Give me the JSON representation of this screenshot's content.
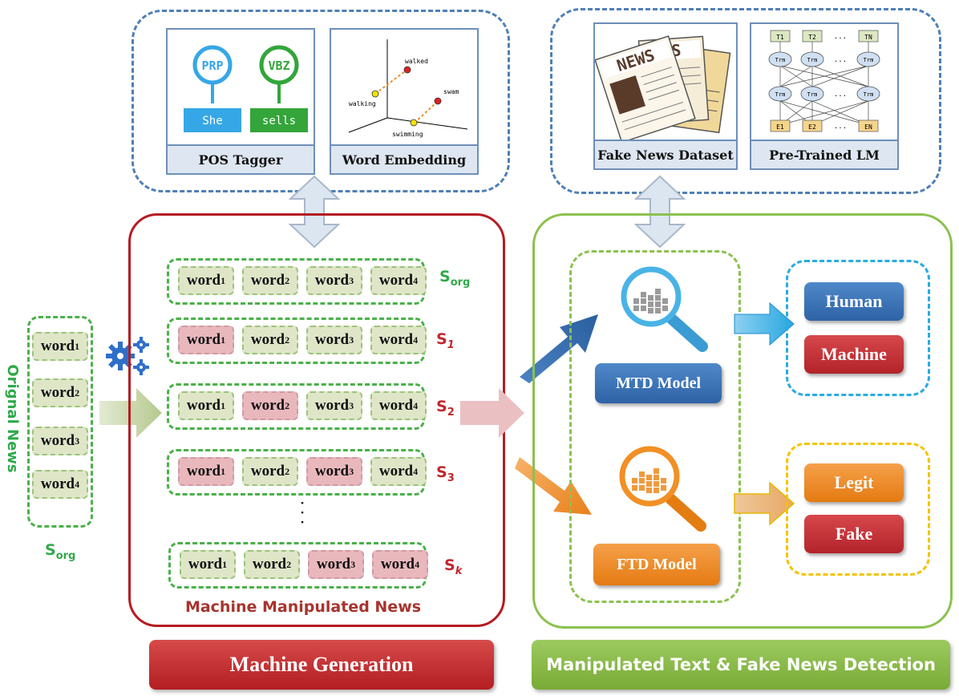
{
  "top_left": {
    "pos_tagger": {
      "caption": "POS Tagger",
      "tags": [
        "PRP",
        "VBZ"
      ],
      "words": [
        "She",
        "sells"
      ]
    },
    "word_embedding": {
      "caption": "Word Embedding",
      "points": [
        "walked",
        "walking",
        "swam",
        "swimming"
      ]
    }
  },
  "top_right": {
    "dataset": {
      "caption": "Fake News Dataset",
      "paper_text_1": "NEWS",
      "paper_text_2": "WS"
    },
    "lm": {
      "caption": "Pre-Trained LM",
      "top_tokens": [
        "T1",
        "T2",
        "...",
        "TN"
      ],
      "bottom_tokens": [
        "E1",
        "E2",
        "...",
        "EN"
      ],
      "node": "Trm",
      "ellipsis": "..."
    }
  },
  "original": {
    "side_label": "Orignal News",
    "words": [
      "word",
      "word",
      "word",
      "word"
    ],
    "subs": [
      "1",
      "2",
      "3",
      "4"
    ],
    "s_label": "S",
    "s_sub": "org"
  },
  "manipulation": {
    "rows": [
      {
        "label": "S",
        "sub": "org",
        "pink": [
          false,
          false,
          false,
          false
        ]
      },
      {
        "label": "S",
        "sub": "1",
        "pink": [
          true,
          false,
          false,
          false
        ]
      },
      {
        "label": "S",
        "sub": "2",
        "pink": [
          false,
          true,
          false,
          false
        ]
      },
      {
        "label": "S",
        "sub": "3",
        "pink": [
          true,
          false,
          true,
          false
        ]
      },
      {
        "label": "S",
        "sub": "k",
        "pink": [
          false,
          false,
          true,
          true
        ]
      }
    ],
    "word": "word",
    "subs": [
      "1",
      "2",
      "3",
      "4"
    ],
    "vdots": "·\n·\n·",
    "caption": "Machine Manipulated News"
  },
  "detection": {
    "mtd_label": "MTD Model",
    "ftd_label": "FTD Model",
    "human": "Human",
    "machine": "Machine",
    "legit": "Legit",
    "fake": "Fake"
  },
  "bottom": {
    "left": "Machine Generation",
    "right": "Manipulated Text & Fake News Detection"
  },
  "colors": {
    "green": "#2faa4a",
    "red": "#c0272d",
    "blue": "#4f7fb5",
    "orange": "#ef8a22"
  }
}
